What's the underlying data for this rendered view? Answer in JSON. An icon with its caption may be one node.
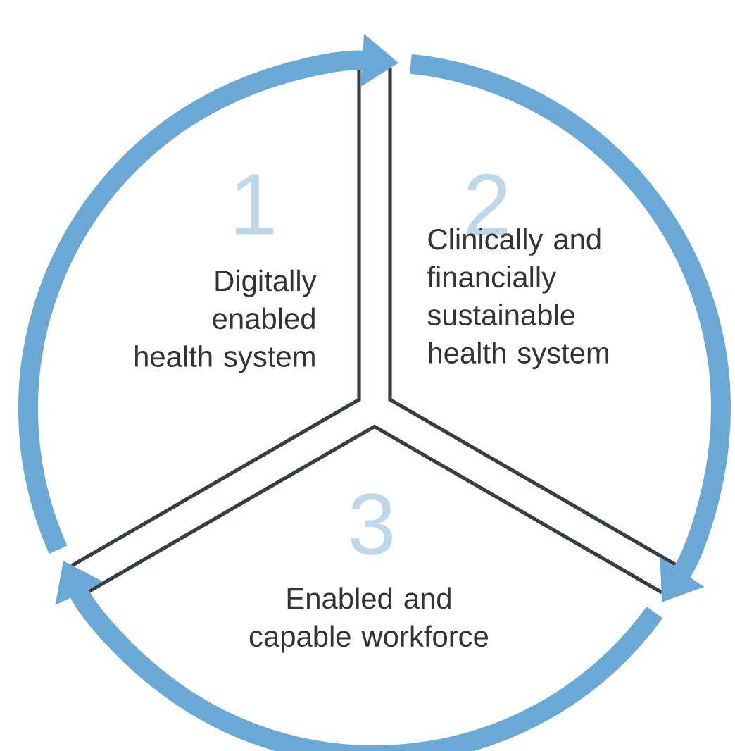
{
  "diagram": {
    "nodes": [
      {
        "text": [
          "1",
          "Digitally enabled health system"
        ]
      },
      {
        "text": [
          "2",
          "Clinically and financially sustainable health system"
        ]
      },
      {
        "text": [
          "3",
          "Enabled and capable workforce"
        ]
      }
    ],
    "edges": [
      {
        "from": 0,
        "to": 1,
        "arrow": "to"
      },
      {
        "from": 1,
        "to": 2,
        "arrow": "to"
      },
      {
        "from": 2,
        "to": 0,
        "arrow": "to"
      }
    ]
  }
}
